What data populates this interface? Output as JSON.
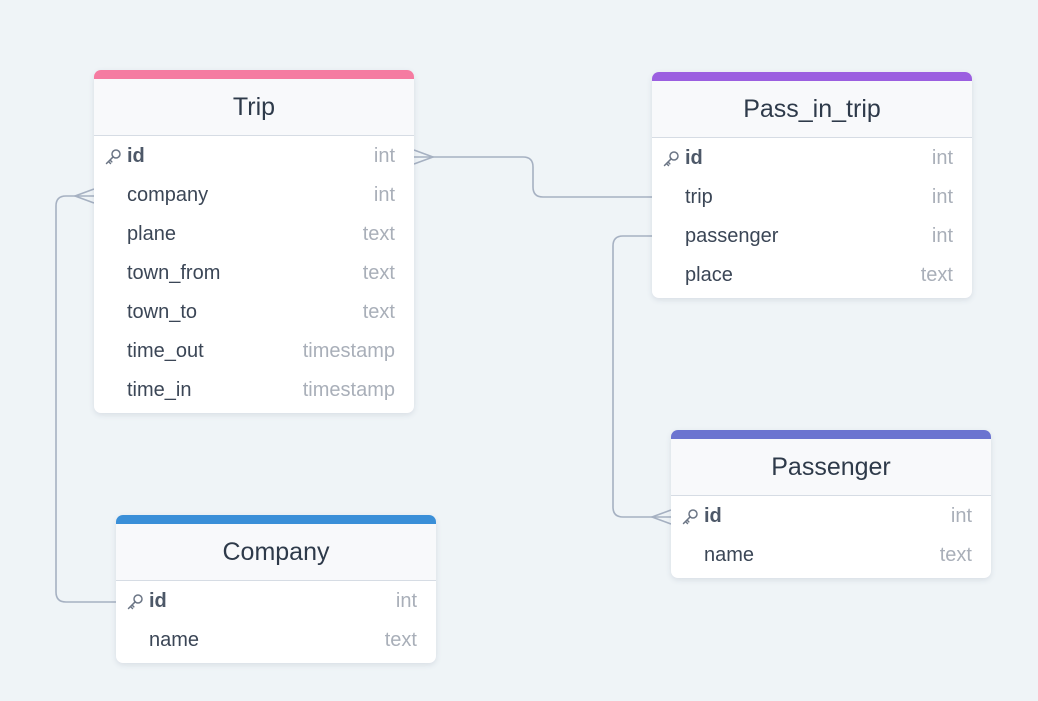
{
  "tables": {
    "trip": {
      "name": "Trip",
      "accent": "#f57ba1",
      "fields": [
        {
          "name": "id",
          "type": "int"
        },
        {
          "name": "company",
          "type": "int"
        },
        {
          "name": "plane",
          "type": "text"
        },
        {
          "name": "town_from",
          "type": "text"
        },
        {
          "name": "town_to",
          "type": "text"
        },
        {
          "name": "time_out",
          "type": "timestamp"
        },
        {
          "name": "time_in",
          "type": "timestamp"
        }
      ]
    },
    "pass_in_trip": {
      "name": "Pass_in_trip",
      "accent": "#9b5fe0",
      "fields": [
        {
          "name": "id",
          "type": "int"
        },
        {
          "name": "trip",
          "type": "int"
        },
        {
          "name": "passenger",
          "type": "int"
        },
        {
          "name": "place",
          "type": "text"
        }
      ]
    },
    "company": {
      "name": "Company",
      "accent": "#3a8fd8",
      "fields": [
        {
          "name": "id",
          "type": "int"
        },
        {
          "name": "name",
          "type": "text"
        }
      ]
    },
    "passenger": {
      "name": "Passenger",
      "accent": "#6b74d0",
      "fields": [
        {
          "name": "id",
          "type": "int"
        },
        {
          "name": "name",
          "type": "text"
        }
      ]
    }
  },
  "relationships": [
    {
      "from": "pass_in_trip.trip",
      "to": "trip.id",
      "from_cardinality": "one",
      "to_cardinality": "many"
    },
    {
      "from": "company.id",
      "to": "trip.company",
      "from_cardinality": "one",
      "to_cardinality": "many"
    },
    {
      "from": "pass_in_trip.passenger",
      "to": "passenger.id",
      "from_cardinality": "one",
      "to_cardinality": "many"
    }
  ],
  "icons": {
    "primary_key": "key-icon"
  }
}
